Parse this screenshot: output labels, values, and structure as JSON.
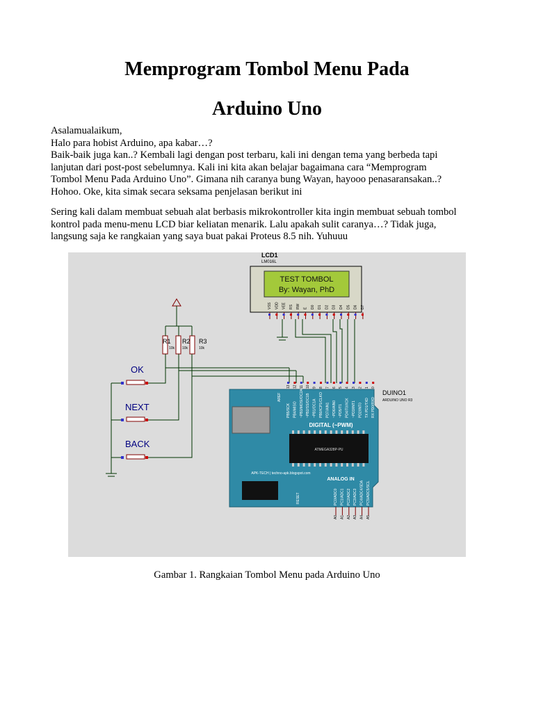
{
  "document": {
    "title_line1": "Memprogram Tombol Menu Pada",
    "title_line2": "Arduino Uno",
    "intro_lines": [
      "Asalamualaikum,",
      "Halo para hobist Arduino, apa kabar…?",
      "Baik-baik juga kan..? Kembali lagi dengan post terbaru, kali ini dengan tema yang berbeda tapi",
      "lanjutan dari post-post sebelumnya. Kali ini kita akan belajar bagaimana cara “Memprogram",
      "Tombol Menu Pada Arduino Uno”. Gimana nih caranya bung Wayan, hayooo penasaransakan..?",
      "Hohoo. Oke, kita simak secara seksama penjelasan berikut ini"
    ],
    "body_lines": [
      "Sering kali dalam membuat sebuah alat berbasis mikrokontroller kita ingin membuat sebuah tombol",
      "kontrol pada menu-menu LCD biar keliatan menarik. Lalu apakah sulit caranya…? Tidak juga,",
      "langsung saja ke rangkaian yang saya buat pakai Proteus 8.5 nih. Yuhuuu"
    ],
    "caption": "Gambar 1. Rangkaian Tombol Menu pada Arduino Uno"
  },
  "figure": {
    "lcd_ref": "LCD1",
    "lcd_model": "LM016L",
    "lcd_line1": "TEST TOMBOL",
    "lcd_line2": "By: Wayan, PhD",
    "lcd_pins": [
      "VSS",
      "VDD",
      "VEE",
      "RS",
      "RW",
      "E",
      "D0",
      "D1",
      "D2",
      "D3",
      "D4",
      "D5",
      "D6",
      "D7"
    ],
    "resistors": [
      "R1",
      "R2",
      "R3"
    ],
    "resistor_value": "10k",
    "buttons": [
      "OK",
      "NEXT",
      "BACK"
    ],
    "board_ref": "DUINO1",
    "board_model": "ARDUINO UNO R3",
    "digital_label": "DIGITAL (~PWM)",
    "analog_label": "ANALOG IN",
    "chip_label": "ATMEGA328P-PU",
    "site_label": "APK-TECH | techno-apk.blogspot.com",
    "aref_label": "AREF",
    "reset_label": "RESET",
    "top_pins": [
      "PB5/SCK",
      "PB4/MISO",
      "~PB3/MOSI/OC2A",
      "~PB2/SS/OC1B",
      "~PB1/OC1A",
      "PB0/ICP1/CLKO",
      "PD7/AIN1",
      "~PD6/AIN0",
      "~PD5/T1",
      "PD4/T0/XCK",
      "~PD3/INT1",
      "PD2/INT0",
      "TX PD1/TXD",
      "RX PD0/RXD"
    ],
    "top_pin_numbers": [
      "13",
      "12",
      "11",
      "10",
      "9",
      "8",
      "7",
      "6",
      "5",
      "4",
      "3",
      "2",
      "1",
      "0"
    ],
    "analog_pins": [
      "PC0/ADC0",
      "PC1/ADC1",
      "PC2/ADC2",
      "PC3/ADC3",
      "PC4/ADC4/SDA",
      "PC5/ADC5/SCL"
    ],
    "analog_pin_numbers": [
      "A0",
      "A1",
      "A2",
      "A3",
      "A4",
      "A5"
    ]
  },
  "colors": {
    "board": "#2f8aa6",
    "lcd_bg": "#a3c93a",
    "wire": "#003300",
    "schematic_text": "#000080",
    "figure_bg": "#dcdcdc"
  }
}
